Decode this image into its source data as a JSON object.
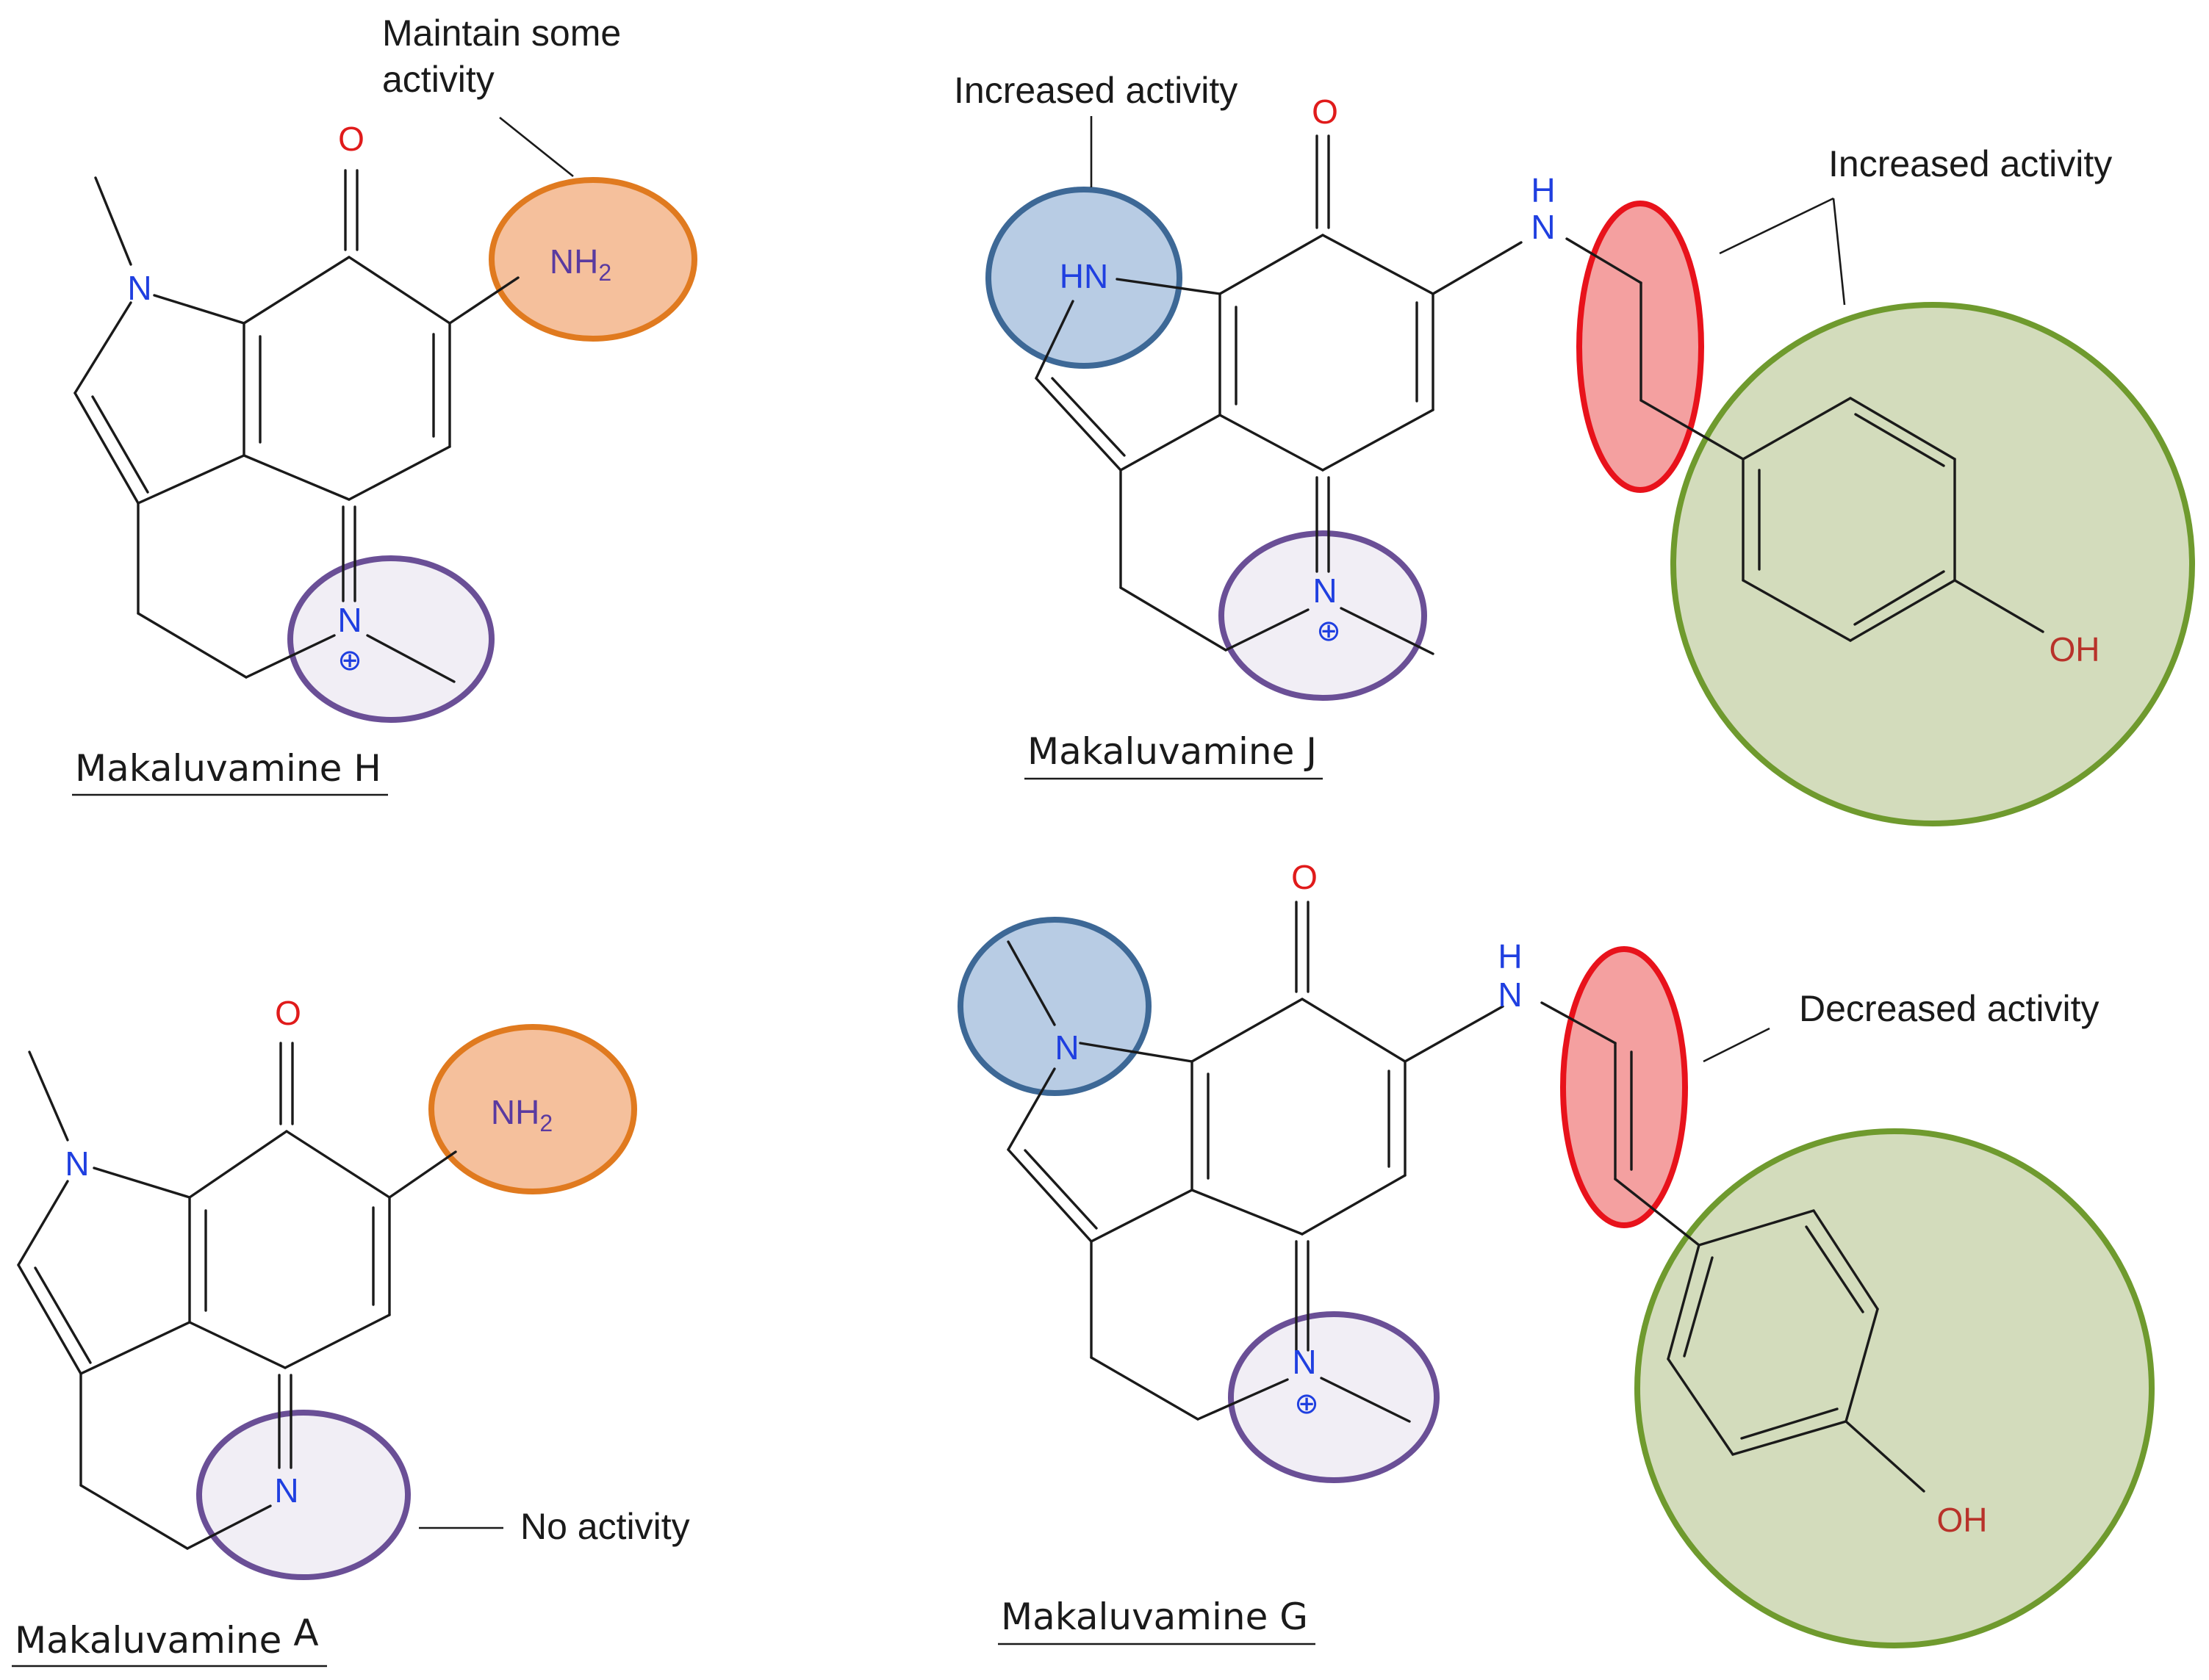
{
  "colors": {
    "orange_fill": "#f5c09c",
    "orange_stroke": "#e07a1f",
    "purple_fill": "#f1eef5",
    "purple_stroke": "#6a4f96",
    "blue_fill": "#b8cce4",
    "blue_stroke": "#3d6896",
    "red_fill": "#f4a0a0",
    "red_stroke": "#e8121b",
    "green_fill": "#d3dcbc",
    "green_stroke": "#6f9a2e"
  },
  "atoms": {
    "o": "O",
    "n": "N",
    "nh2": "NH",
    "nh2_sub": "2",
    "hn": "HN",
    "h": "H",
    "oh": "OH",
    "plus": "⊕"
  },
  "molecules": [
    {
      "caption": "Makaluvamine H",
      "annotations": [
        "Maintain some",
        "activity"
      ]
    },
    {
      "caption": "Makaluvamine J",
      "annotations": [
        "Increased activity",
        "Increased activity"
      ]
    },
    {
      "caption": "Makaluvamine",
      "caption_suffix": "A",
      "annotations": [
        "No activity"
      ]
    },
    {
      "caption": "Makaluvamine G",
      "annotations": [
        "Decreased activity"
      ]
    }
  ]
}
